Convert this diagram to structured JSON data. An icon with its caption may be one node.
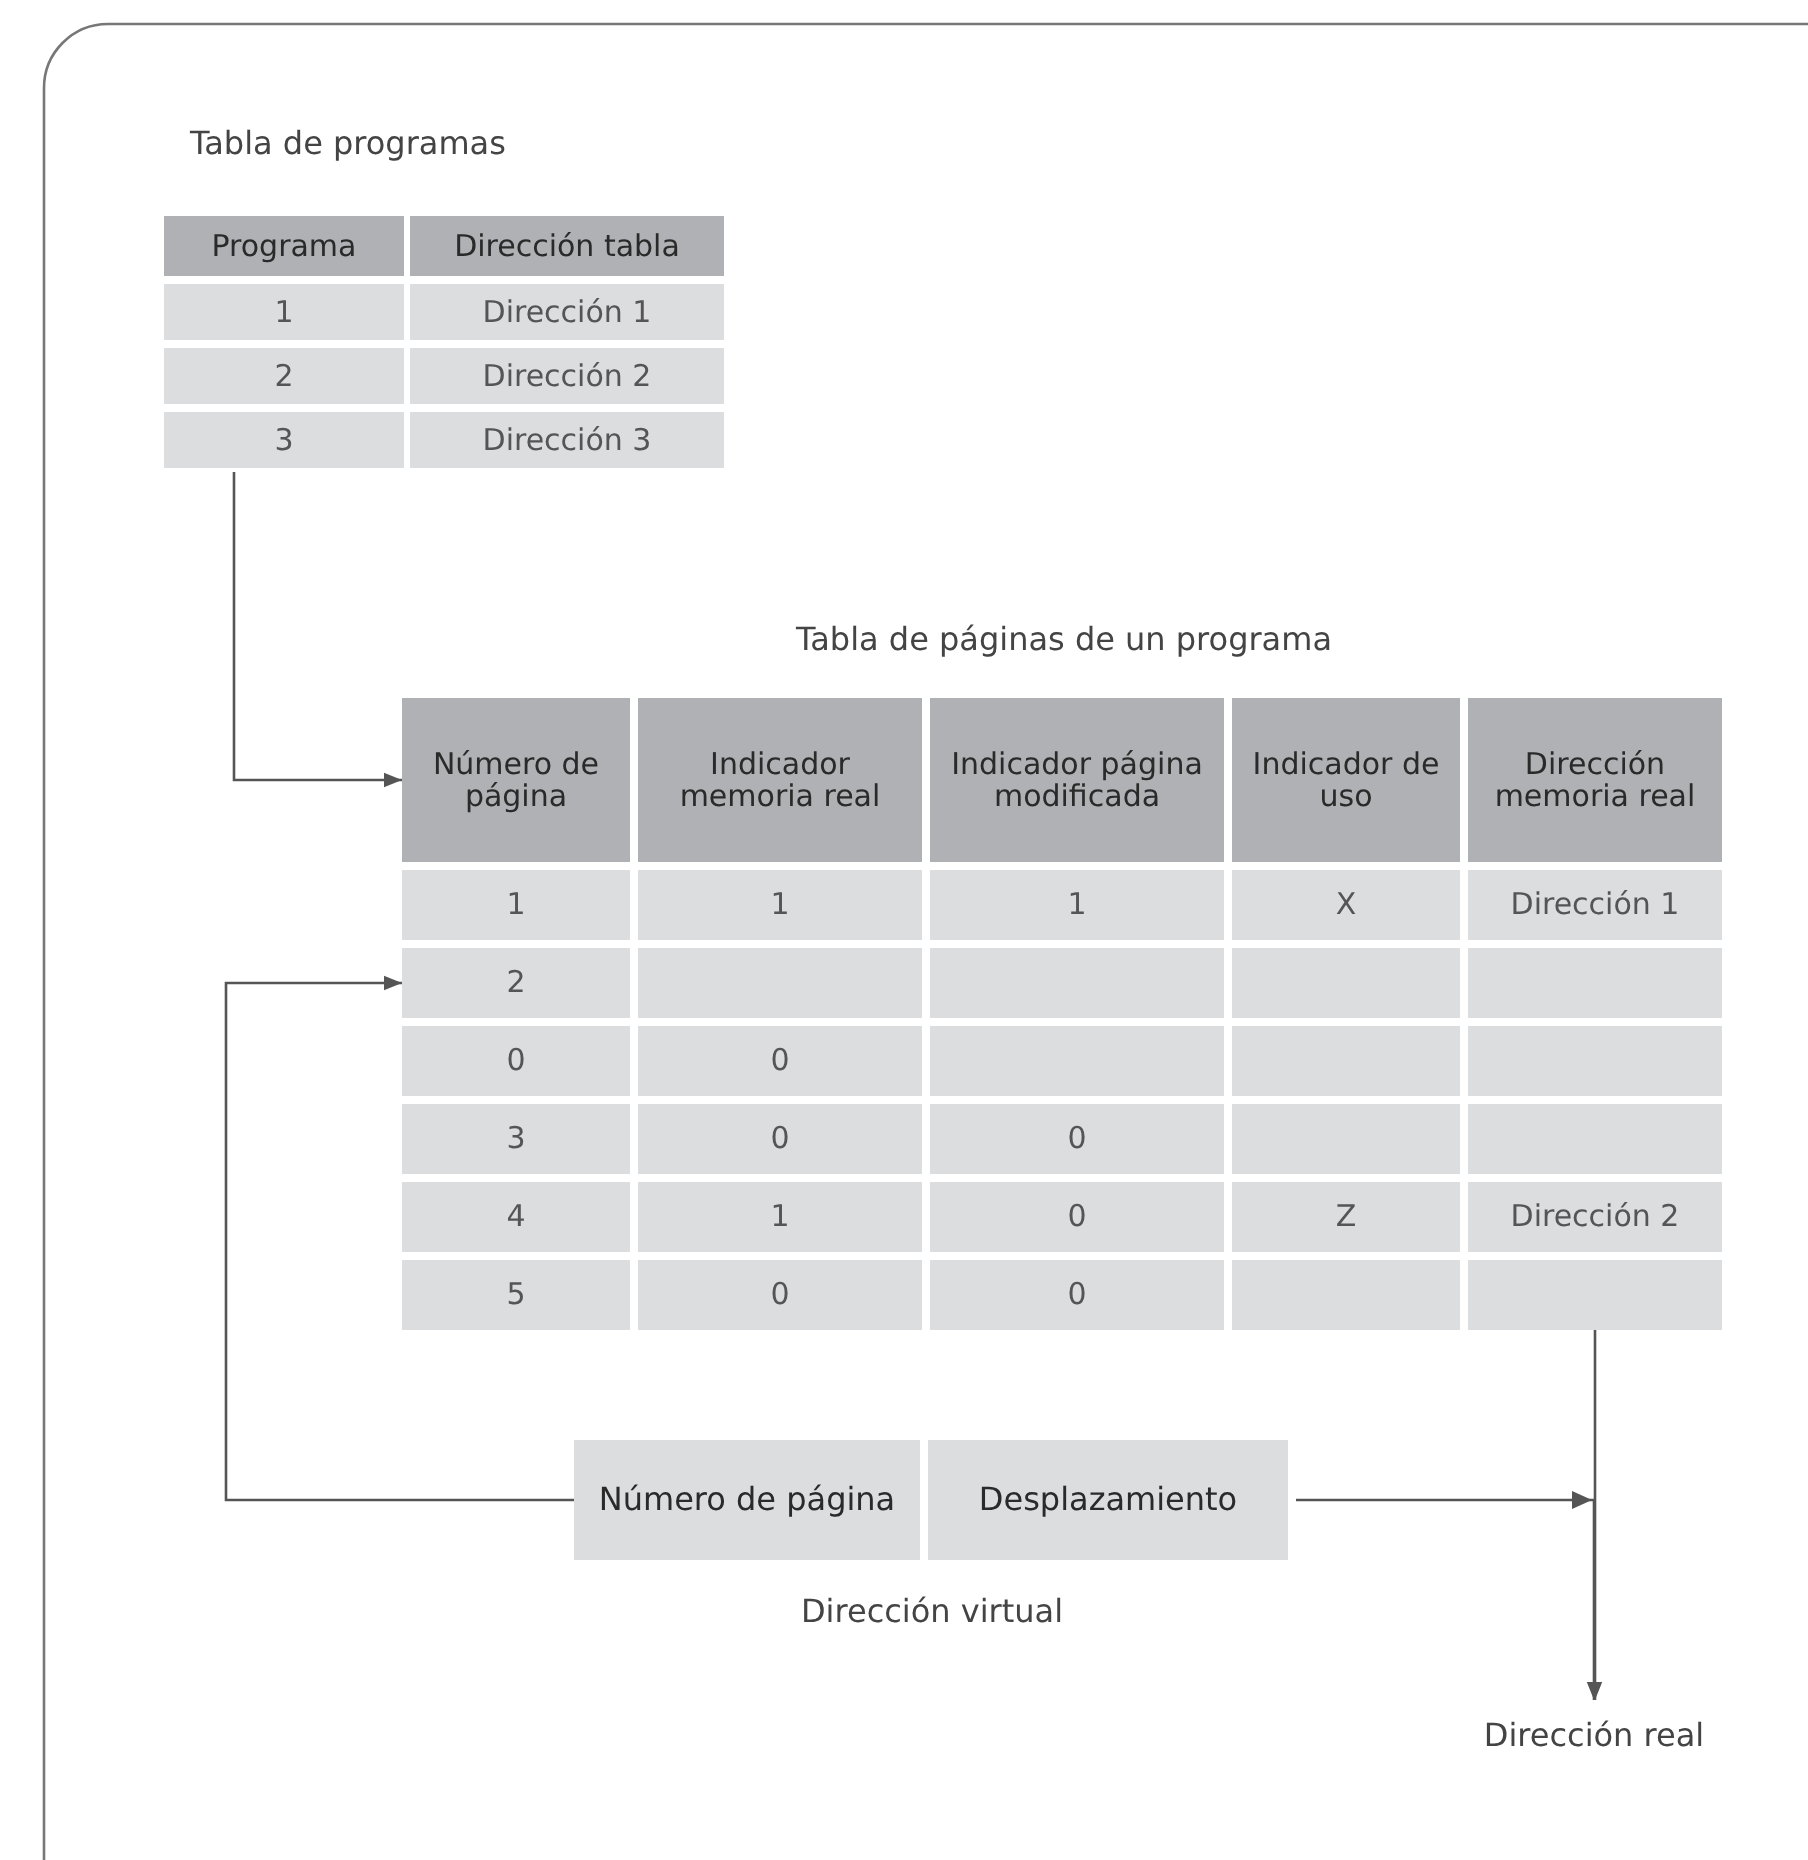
{
  "diagram": {
    "nodes": [
      {
        "text": [
          "Tabla de programas"
        ]
      },
      {
        "text": [
          "Programa"
        ],
        "in": 0
      },
      {
        "text": [
          "Dirección tabla"
        ],
        "in": 0
      },
      {
        "text": [
          "1"
        ],
        "in": 0
      },
      {
        "text": [
          "Dirección 1"
        ],
        "in": 0
      },
      {
        "text": [
          "2"
        ],
        "in": 0
      },
      {
        "text": [
          "Dirección 2"
        ],
        "in": 0
      },
      {
        "text": [
          "3"
        ],
        "in": 0
      },
      {
        "text": [
          "Dirección 3"
        ],
        "in": 0
      },
      {
        "text": [
          "Tabla de páginas de un programa"
        ]
      },
      {
        "text": [
          "Número de página"
        ],
        "in": 9
      },
      {
        "text": [
          "Indicador memoria real"
        ],
        "in": 9
      },
      {
        "text": [
          "Indicador página modificada"
        ],
        "in": 9
      },
      {
        "text": [
          "Indicador de uso"
        ],
        "in": 9
      },
      {
        "text": [
          "Dirección memoria real"
        ],
        "in": 9
      },
      {
        "text": [
          "1"
        ],
        "in": 9
      },
      {
        "text": [
          "1"
        ],
        "in": 9
      },
      {
        "text": [
          "1"
        ],
        "in": 9
      },
      {
        "text": [
          "X"
        ],
        "in": 9
      },
      {
        "text": [
          "Dirección 1"
        ],
        "in": 9
      },
      {
        "text": [
          "2"
        ],
        "in": 9
      },
      {
        "text": [],
        "shape": "box",
        "in": 9
      },
      {
        "text": [],
        "shape": "box",
        "in": 9
      },
      {
        "text": [],
        "shape": "box",
        "in": 9
      },
      {
        "text": [],
        "shape": "box",
        "in": 9
      },
      {
        "text": [
          "0"
        ],
        "in": 9
      },
      {
        "text": [
          "0"
        ],
        "in": 9
      },
      {
        "text": [],
        "shape": "box",
        "in": 9
      },
      {
        "text": [],
        "shape": "box",
        "in": 9
      },
      {
        "text": [],
        "shape": "box",
        "in": 9
      },
      {
        "text": [
          "3"
        ],
        "in": 9
      },
      {
        "text": [
          "0"
        ],
        "in": 9
      },
      {
        "text": [
          "0"
        ],
        "in": 9
      },
      {
        "text": [],
        "shape": "box",
        "in": 9
      },
      {
        "text": [],
        "shape": "box",
        "in": 9
      },
      {
        "text": [
          "4"
        ],
        "in": 9
      },
      {
        "text": [
          "1"
        ],
        "in": 9
      },
      {
        "text": [
          "0"
        ],
        "in": 9
      },
      {
        "text": [
          "Z"
        ],
        "in": 9
      },
      {
        "text": [
          "Dirección 2"
        ],
        "in": 9
      },
      {
        "text": [
          "5"
        ],
        "in": 9
      },
      {
        "text": [
          "0"
        ],
        "in": 9
      },
      {
        "text": [
          "0"
        ],
        "in": 9
      },
      {
        "text": [],
        "shape": "box",
        "in": 9
      },
      {
        "text": [],
        "shape": "box",
        "in": 9
      },
      {
        "text": [
          "Dirección virtual"
        ]
      },
      {
        "text": [
          "Número de página"
        ],
        "in": 45
      },
      {
        "text": [
          "Desplazamiento"
        ],
        "in": 45
      },
      {
        "text": [
          "Dirección real"
        ]
      }
    ],
    "edges": [
      {
        "from": 7,
        "to": 10,
        "arrow": "to"
      },
      {
        "from": 46,
        "to": 20,
        "arrow": "to"
      },
      {
        "from": 44,
        "to": 48,
        "arrow": "to"
      },
      {
        "from": 47,
        "to": 48,
        "arrow": "to"
      }
    ]
  }
}
